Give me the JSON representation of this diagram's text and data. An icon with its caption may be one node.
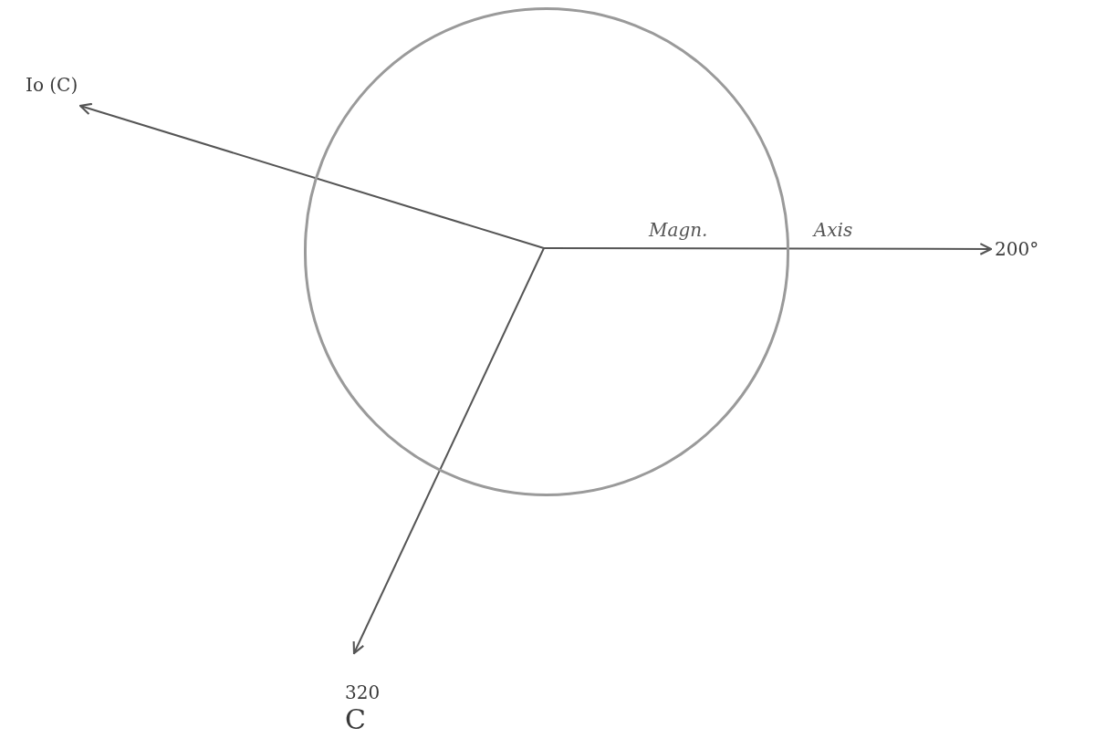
{
  "diagram": {
    "nodes": [
      {
        "text": [],
        "shape": "circle"
      },
      {
        "text": [
          "Io (C)"
        ]
      },
      {
        "text": [
          "200°"
        ]
      },
      {
        "text": [
          "320",
          "C"
        ]
      }
    ],
    "edges": [
      {
        "from": 0,
        "to": 1,
        "arrow": "to"
      },
      {
        "from": 0,
        "to": 2,
        "arrow": "to",
        "label": "Magn. Axis"
      },
      {
        "from": 0,
        "to": 3,
        "arrow": "to"
      }
    ]
  }
}
